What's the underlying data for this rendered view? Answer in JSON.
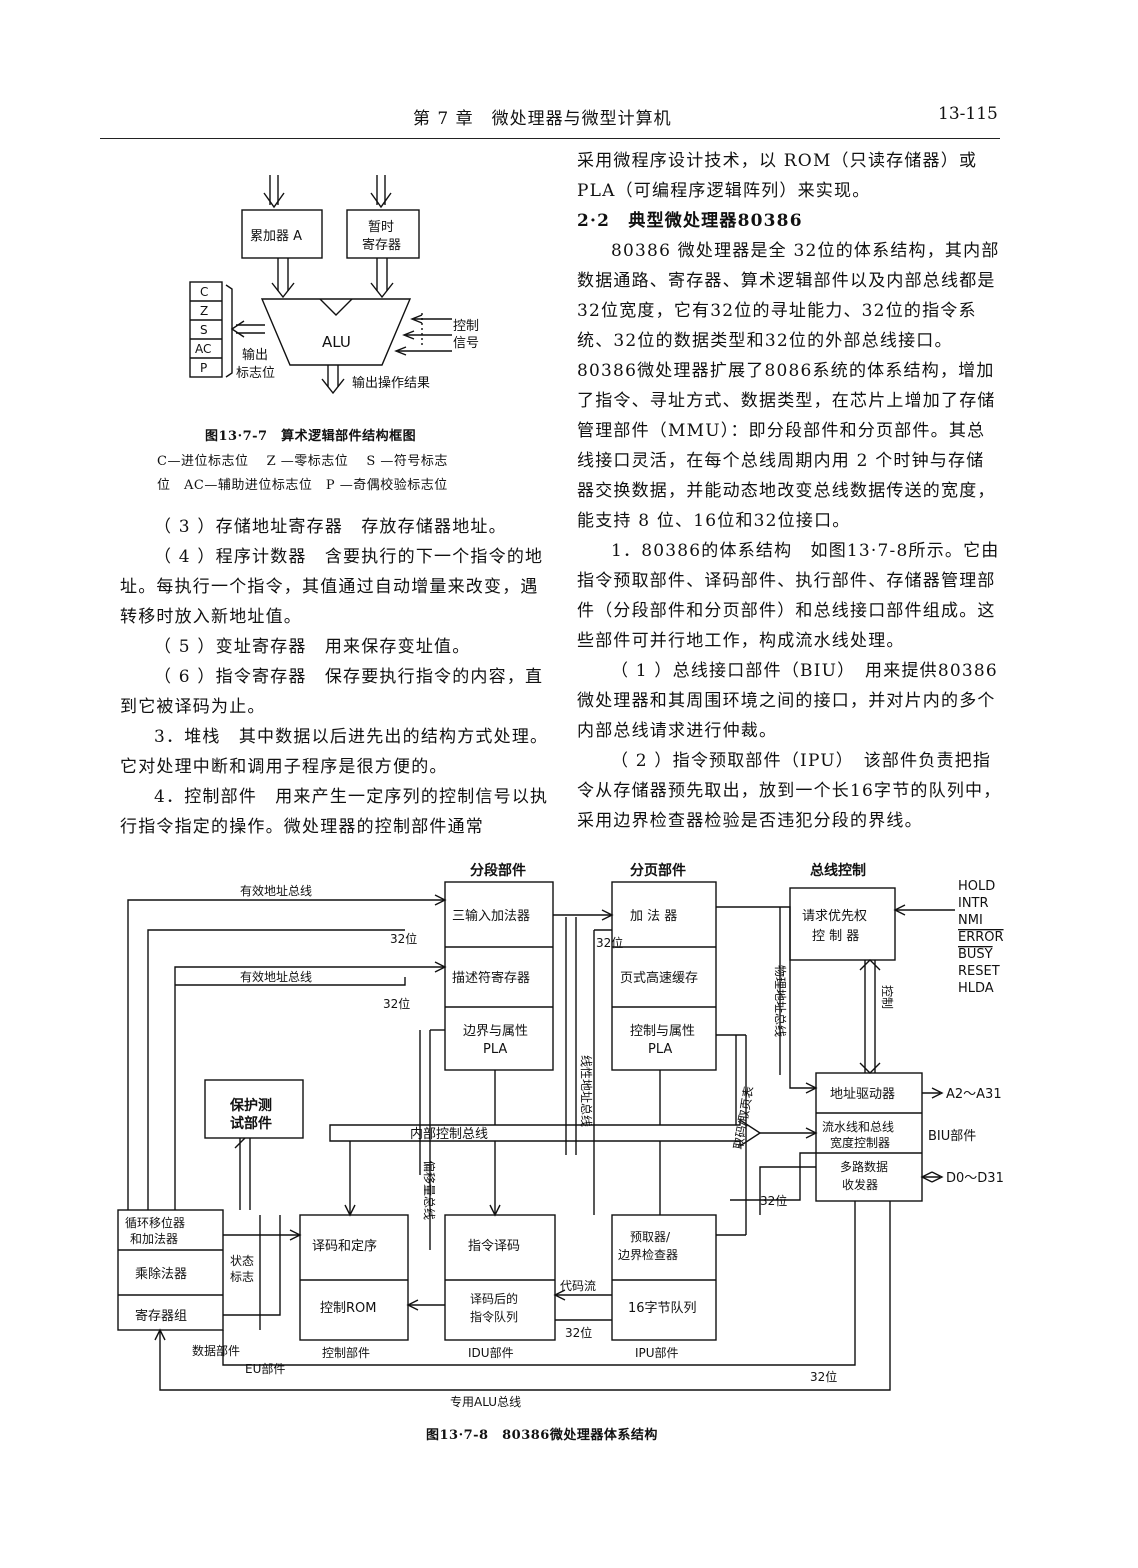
{
  "header": {
    "title": "第 7 章　微处理器与微型计算机",
    "page": "13-115"
  },
  "fig1": {
    "acc": "累加器 A",
    "tmp_line1": "暂时",
    "tmp_line2": "寄存器",
    "alu": "ALU",
    "flags": [
      "C",
      "Z",
      "S",
      "AC",
      "P"
    ],
    "out_flag_line1": "输出",
    "out_flag_line2": "标志位",
    "ctrl_line1": "控制",
    "ctrl_line2": "信号",
    "output": "输出操作结果",
    "caption_title": "图13·7-7　算术逻辑部件结构框图",
    "caption_line1": "C—进位标志位　 Z —零标志位　 S —符号标志",
    "caption_line2": "位　AC—辅助进位标志位　P —奇偶校验标志位"
  },
  "left_col": [
    "（ 3 ）存储地址寄存器　存放存储器地址。",
    "（ 4 ）程序计数器　含要执行的下一个指令的地址。每执行一个指令，其值通过自动增量来改变，遇转移时放入新地址值。",
    "（ 5 ）变址寄存器　用来保存变址值。",
    "（ 6 ）指令寄存器　保存要执行指令的内容，直到它被译码为止。",
    "3．堆栈　其中数据以后进先出的结构方式处理。它对处理中断和调用子程序是很方便的。",
    "4．控制部件　用来产生一定序列的控制信号以执行指令指定的操作。微处理器的控制部件通常"
  ],
  "right_col": {
    "intro": "采用微程序设计技术，以 ROM（只读存储器）或 PLA（可编程序逻辑阵列）来实现。",
    "heading": "2·2　典型微处理器80386",
    "p1": "80386 微处理器是全 32位的体系结构，其内部数据通路、寄存器、算术逻辑部件以及内部总线都是32位宽度，它有32位的寻址能力、32位的指令系统、32位的数据类型和32位的外部总线接口。80386微处理器扩展了8086系统的体系结构，增加了指令、寻址方式、数据类型，在芯片上增加了存储管理部件（MMU）：即分段部件和分页部件。其总线接口灵活，在每个总线周期内用 2 个时钟与存储器交换数据，并能动态地改变总线数据传送的宽度，能支持 8 位、16位和32位接口。",
    "p2": "1．80386的体系结构　如图13·7-8所示。它由指令预取部件、译码部件、执行部件、存储器管理部件（分段部件和分页部件）和总线接口部件组成。这些部件可并行地工作，构成流水线处理。",
    "p3": "（ 1 ）总线接口部件（BIU）　用来提供80386微处理器和其周围环境之间的接口，并对片内的多个内部总线请求进行仲裁。",
    "p4": "（ 2 ）指令预取部件（IPU）　该部件负责把指令从存储器预先取出，放到一个长16字节的队列中，采用边界检查器检验是否违犯分段的界线。"
  },
  "fig2": {
    "seg_title": "分段部件",
    "page_title": "分页部件",
    "bus_title": "总线控制",
    "seg_boxes": [
      "三输入加法器",
      "描述符寄存器",
      "边界与属性",
      "PLA"
    ],
    "page_boxes": [
      "加 法 器",
      "页式高速缓存",
      "控制与属性",
      "PLA"
    ],
    "bus_prio_line1": "请求优先权",
    "bus_prio_line2": "控 制 器",
    "signals": [
      "HOLD",
      "INTR",
      "NMI",
      "ERROR",
      "BUSY",
      "RESET",
      "HLDA"
    ],
    "eff_addr_bus": "有效地址总线",
    "eff_addr_bus2": "有效地址总线",
    "bit32": "32位",
    "prot_line1": "保护测",
    "prot_line2": "试部件",
    "internal_bus": "内部控制总线",
    "linear_bus": "线性地址总线",
    "phys_bus": "物理地址总线",
    "ctrl_label": "控制",
    "offset_bus": "偏移量总线",
    "fetch_label": "取码/取页表",
    "addr_driver": "地址驱动器",
    "a_bus": "A2～A31",
    "pipeline_line1": "流水线和总线",
    "pipeline_line2": "宽度控制器",
    "biu": "BIU部件",
    "mux_line1": "多路数据",
    "mux_line2": "收发器",
    "d_bus": "D0～D31",
    "shifter_line1": "循环移位器",
    "shifter_line2": "和加法器",
    "muldiv": "乘除法器",
    "regfile": "寄存器组",
    "status_line1": "状态",
    "status_line2": "标志",
    "decode_seq": "译码和定序",
    "ctrl_rom": "控制ROM",
    "instr_decode": "指令译码",
    "decoded_q_line1": "译码后的",
    "decoded_q_line2": "指令队列",
    "prefetch_line1": "预取器/",
    "prefetch_line2": "边界检查器",
    "queue16": "16字节队列",
    "code_stream": "代码流",
    "data_unit": "数据部件",
    "eu": "EU部件",
    "ctrl_unit": "控制部件",
    "idu": "IDU部件",
    "ipu": "IPU部件",
    "alu_bus": "专用ALU总线",
    "caption": "图13·7-8　80386微处理器体系结构"
  }
}
